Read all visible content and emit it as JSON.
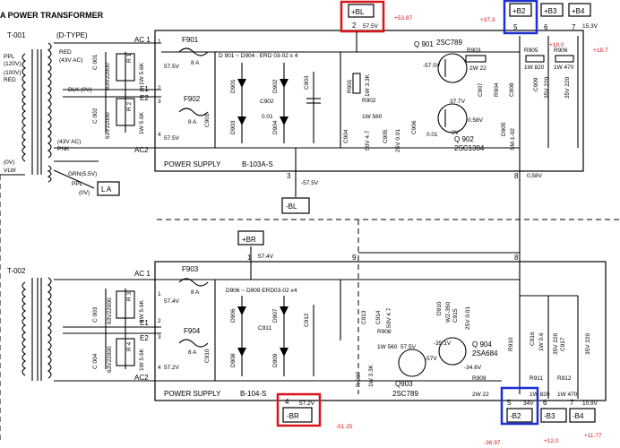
{
  "title": "A POWER TRANSFORMER",
  "top": {
    "transformer": "T-001",
    "type": "(D-TYPE)",
    "ppl_label": "PPL",
    "ppl_v": "(120V)",
    "red_v": "(100V)",
    "red": "RED",
    "red2": "RED",
    "ac43": "(43V AC)",
    "blk": "BLK (0V)",
    "ac43b": "(43V AC)",
    "pnk": "PNK",
    "zero_v": "(0V)",
    "vlw": "VLW",
    "grn": "GRN(5.5V)",
    "ppl2": "PPL",
    "zero_v2": "(0V)",
    "la": "L A",
    "ac1": "AC 1",
    "e1": "E1",
    "e2": "E2",
    "ac2": "AC2",
    "f901": "F901",
    "f901_a": "8 A",
    "f902": "F902",
    "f902_a": "8 A",
    "diodes": "D 901 ~ D904 : ERD 03-02 x 4",
    "d901": "D901",
    "d902": "D902",
    "d903": "D903",
    "d904": "D904",
    "c902": "C902",
    "c903": "C903",
    "c901": "C901",
    "c_001": "0.01",
    "c001": "C 001",
    "c002": "C 002",
    "c001_v": "63V22000",
    "c002_v": "63V22000",
    "r1": "R 1",
    "r2": "R 2",
    "r_56k": "1W 5.6K",
    "r_56k2": "1W 5.6K",
    "v575a": "57.5V",
    "v575b": "57.5V",
    "v575c": "57.5V",
    "v575d": "-57.5V",
    "ps_label": "POWER SUPPLY",
    "ps_part": "B-103A-S",
    "bl_plus": "+BL",
    "bl_minus": "-BL",
    "q901": "Q 901",
    "q901_t": "2SC789",
    "q902": "Q 902",
    "q902_t": "2SC1384",
    "r901": "R901",
    "r901_v": "1W 3.3K",
    "r902": "R902",
    "r902_v": "1W 560",
    "r903": "R903",
    "r903_v": "2W 22",
    "r904": "R904",
    "r905": "R905",
    "r905_v": "1W 820",
    "r906": "R906",
    "r906_v": "1W 470",
    "c904": "C904",
    "c904_v": "50V 4.7",
    "c905": "C905",
    "c905_v": "25V 0.01",
    "c906": "C906",
    "c907": "C907",
    "c908": "C908",
    "c909": "C909",
    "c_35v220": "35V 220",
    "d905": "D905",
    "d905_t": "SM-1-02",
    "v377": "37.7V",
    "v058": "0.58V",
    "v0": "0V",
    "v153": "15.3V",
    "v058b": "0,58V",
    "b2_plus": "+B2",
    "b3_plus": "+B3",
    "b4_plus": "+B4",
    "pin2": "2",
    "pin5": "5",
    "pin6": "6",
    "pin7": "7",
    "pin3": "3",
    "pin8": "8",
    "pin1": "1",
    "pin2b": "2",
    "pin3b": "3",
    "pin4": "4"
  },
  "bottom": {
    "transformer": "T-002",
    "br_plus": "+BR",
    "br_minus": "-BR",
    "b2_minus": "-B2",
    "b3_minus": "-B3",
    "b4_minus": "-B4",
    "f903": "F903",
    "f903_a": "8 A",
    "f904": "F904",
    "f904_a": "8 A",
    "diodes": "D906 ~ D909 ERD03-02 x4",
    "d906": "D906",
    "d907": "D907",
    "d908": "D908",
    "d909": "D909",
    "c910": "C910",
    "c911": "C911",
    "c912": "C912",
    "c913": "C913",
    "c914": "C914",
    "c915": "C915",
    "c916": "C916",
    "c917": "C917",
    "c003": "C 003",
    "c004": "C 004",
    "c_63v": "63V22000",
    "r3": "R 3",
    "r4": "R 4",
    "r_56k": "1W 5.6K",
    "q903": "Q903",
    "q903_t": "2SC789",
    "q904": "Q 904",
    "q904_t": "2SA684",
    "d910": "D910",
    "d910_t": "WZ-350",
    "r907": "R 907",
    "r907_v": "1W 3.3K",
    "r908": "R908",
    "r908_v": "1W 560",
    "r909": "R909",
    "r909_v": "2W 22",
    "r910": "R910",
    "r911": "R911",
    "r911_v": "1W 820",
    "r912": "R912",
    "r912_v": "1W 470",
    "c914_v": "50V 4.7",
    "c915_v": "25V 0.01",
    "c916_v": "1W 0.6",
    "c_35v220": "35V 220",
    "v574": "57.4V",
    "v574b": "57.4V",
    "v572": "57.2V",
    "v572b": "57.2V",
    "v575": "57.5V",
    "v351": "-35.1V",
    "v346": "-34.6V",
    "v57": "-57V",
    "v109": "10.9V",
    "v34": "34V",
    "ps_label": "POWER SUPPLY",
    "ps_part": "B-104-S",
    "ac1": "AC 1",
    "e1": "E1",
    "e2": "E2",
    "ac2": "AC2",
    "pin9": "9",
    "pin8": "8",
    "pin5": "5",
    "pin6": "6",
    "pin7": "7",
    "pin4": "4",
    "pin1": "1",
    "pin2": "2",
    "pin3": "3",
    "pin4b": "4",
    "pin1b": "1"
  },
  "annotations": {
    "bl_plus": "+53.87",
    "b2_plus": "+37.3",
    "b3_plus": "+18.0",
    "b4_plus": "+18.7",
    "br_minus": "-51.25",
    "b2_minus": "-36.97",
    "b3_minus": "+12.0",
    "b4_minus": "+11.77"
  },
  "colors": {
    "red_box": "#d9141b",
    "blue_box": "#1c2fd1",
    "annotation": "#d9141b"
  }
}
